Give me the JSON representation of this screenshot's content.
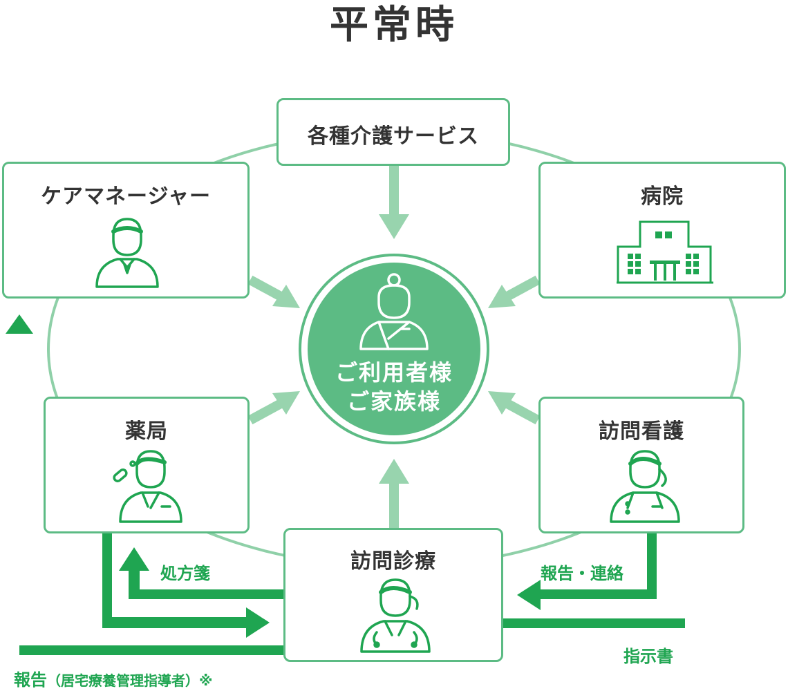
{
  "title": "平常時",
  "center": {
    "line1": "ご利用者様",
    "line2": "ご家族様"
  },
  "nodes": {
    "care_services": "各種介護サービス",
    "care_manager": "ケアマネージャー",
    "hospital": "病院",
    "pharmacy": "薬局",
    "home_nursing": "訪問看護",
    "home_medical": "訪問診療"
  },
  "flows": {
    "prescription": "処方箋",
    "report_contact": "報告・連絡",
    "instructions": "指示書",
    "report": "報告",
    "report_note": "（居宅療養管理指導者）※"
  },
  "colors": {
    "box_border": "#5cbb84",
    "circle_fill": "#5cbb84",
    "arrow_light": "#98d4ae",
    "flow_green": "#1fa551",
    "icon_green": "#1fa551",
    "text_dark": "#333333"
  }
}
